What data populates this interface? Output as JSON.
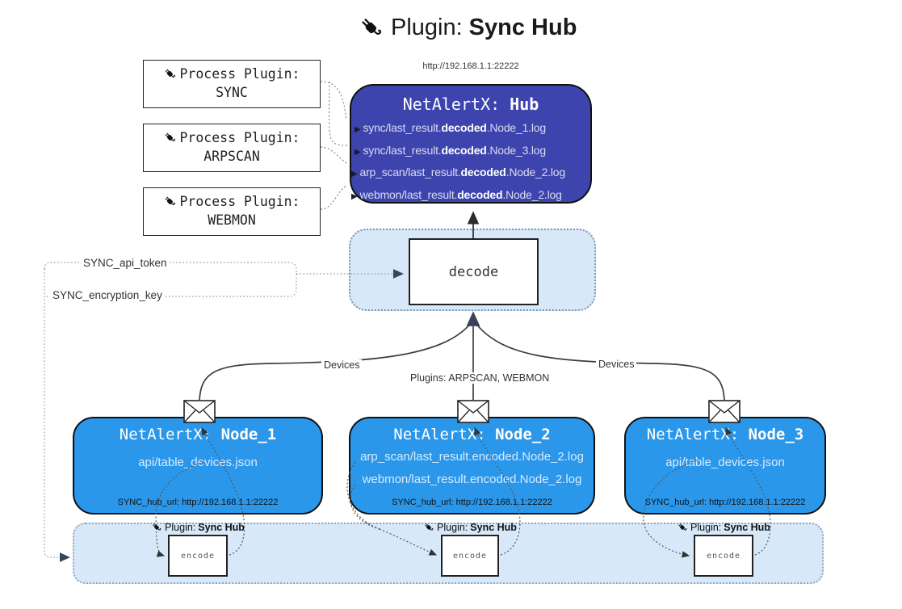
{
  "title": {
    "label": "Plugin:",
    "name": "Sync Hub"
  },
  "process_plugins": [
    {
      "label": "Process Plugin:",
      "name": "SYNC"
    },
    {
      "label": "Process Plugin:",
      "name": "ARPSCAN"
    },
    {
      "label": "Process Plugin:",
      "name": "WEBMON"
    }
  ],
  "hub": {
    "url": "http://192.168.1.1:22222",
    "prefix": "NetAlertX:",
    "name": "Hub",
    "lines": [
      {
        "pre": "sync/last_result.",
        "bold": "decoded",
        "post": ".Node_1.log"
      },
      {
        "pre": "sync/last_result.",
        "bold": "decoded",
        "post": ".Node_3.log"
      },
      {
        "pre": "arp_scan/last_result.",
        "bold": "decoded",
        "post": ".Node_2.log"
      },
      {
        "pre": "webmon/last_result.",
        "bold": "decoded",
        "post": ".Node_2.log"
      }
    ]
  },
  "decode": {
    "label": "decode"
  },
  "config": {
    "api_token": "SYNC_api_token",
    "encryption_key": "SYNC_encryption_key"
  },
  "edge_labels": {
    "devices_left": "Devices",
    "plugins_middle": "Plugins: ARPSCAN, WEBMON",
    "devices_right": "Devices"
  },
  "nodes": [
    {
      "prefix": "NetAlertX:",
      "name": "Node_1",
      "lines": [
        "api/table_devices.json"
      ],
      "hub_url": "SYNC_hub_url: http://192.168.1.1:22222"
    },
    {
      "prefix": "NetAlertX:",
      "name": "Node_2",
      "lines": [
        "arp_scan/last_result.encoded.Node_2.log",
        "webmon/last_result.encoded.Node_2.log"
      ],
      "hub_url": "SYNC_hub_url: http://192.168.1.1:22222"
    },
    {
      "prefix": "NetAlertX:",
      "name": "Node_3",
      "lines": [
        "api/table_devices.json"
      ],
      "hub_url": "SYNC_hub_url: http://192.168.1.1:22222"
    }
  ],
  "encoders": [
    {
      "plugin_label": "Plugin:",
      "plugin_name": "Sync Hub",
      "encode_label": "encode"
    },
    {
      "plugin_label": "Plugin:",
      "plugin_name": "Sync Hub",
      "encode_label": "encode"
    },
    {
      "plugin_label": "Plugin:",
      "plugin_name": "Sync Hub",
      "encode_label": "encode"
    }
  ],
  "colors": {
    "hub_bg": "#3d44ae",
    "node_bg": "#2b97ea",
    "panel_bg": "#d7e8f8",
    "border": "#111111"
  }
}
